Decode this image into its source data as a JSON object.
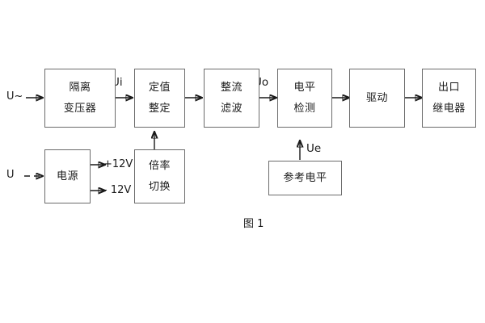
{
  "figure": {
    "caption": "图 1"
  },
  "inputs": [
    {
      "name": "ac-input",
      "label": "U~"
    },
    {
      "name": "dc-input",
      "label": "U"
    }
  ],
  "blocks": [
    {
      "name": "isolation-transformer",
      "lines": [
        "隔离",
        "变压器"
      ]
    },
    {
      "name": "setting-value",
      "lines": [
        "定值",
        "整定"
      ]
    },
    {
      "name": "rectifier-filter",
      "lines": [
        "整流",
        "滤波"
      ]
    },
    {
      "name": "level-detection",
      "lines": [
        "电平",
        "检测"
      ]
    },
    {
      "name": "drive",
      "lines": [
        "驱动"
      ]
    },
    {
      "name": "output-relay",
      "lines": [
        "出口",
        "继电器"
      ]
    },
    {
      "name": "power-supply",
      "lines": [
        "电源"
      ]
    },
    {
      "name": "multiplier-switch",
      "lines": [
        "倍率",
        "切换"
      ]
    },
    {
      "name": "reference-level",
      "lines": [
        "参考电平"
      ]
    }
  ],
  "signals": [
    {
      "name": "signal-ui",
      "label": "Ui"
    },
    {
      "name": "signal-uo",
      "label": "Uo"
    },
    {
      "name": "signal-ue",
      "label": "Ue"
    }
  ],
  "rails": [
    {
      "name": "rail-positive-12v",
      "label": "+12V"
    },
    {
      "name": "rail-negative-12v",
      "label": "- 12V"
    }
  ],
  "colors": {
    "box_border": "#6b6b6b",
    "wire": "#1a1a1a",
    "text": "#1a1a1a",
    "background": "#ffffff"
  }
}
